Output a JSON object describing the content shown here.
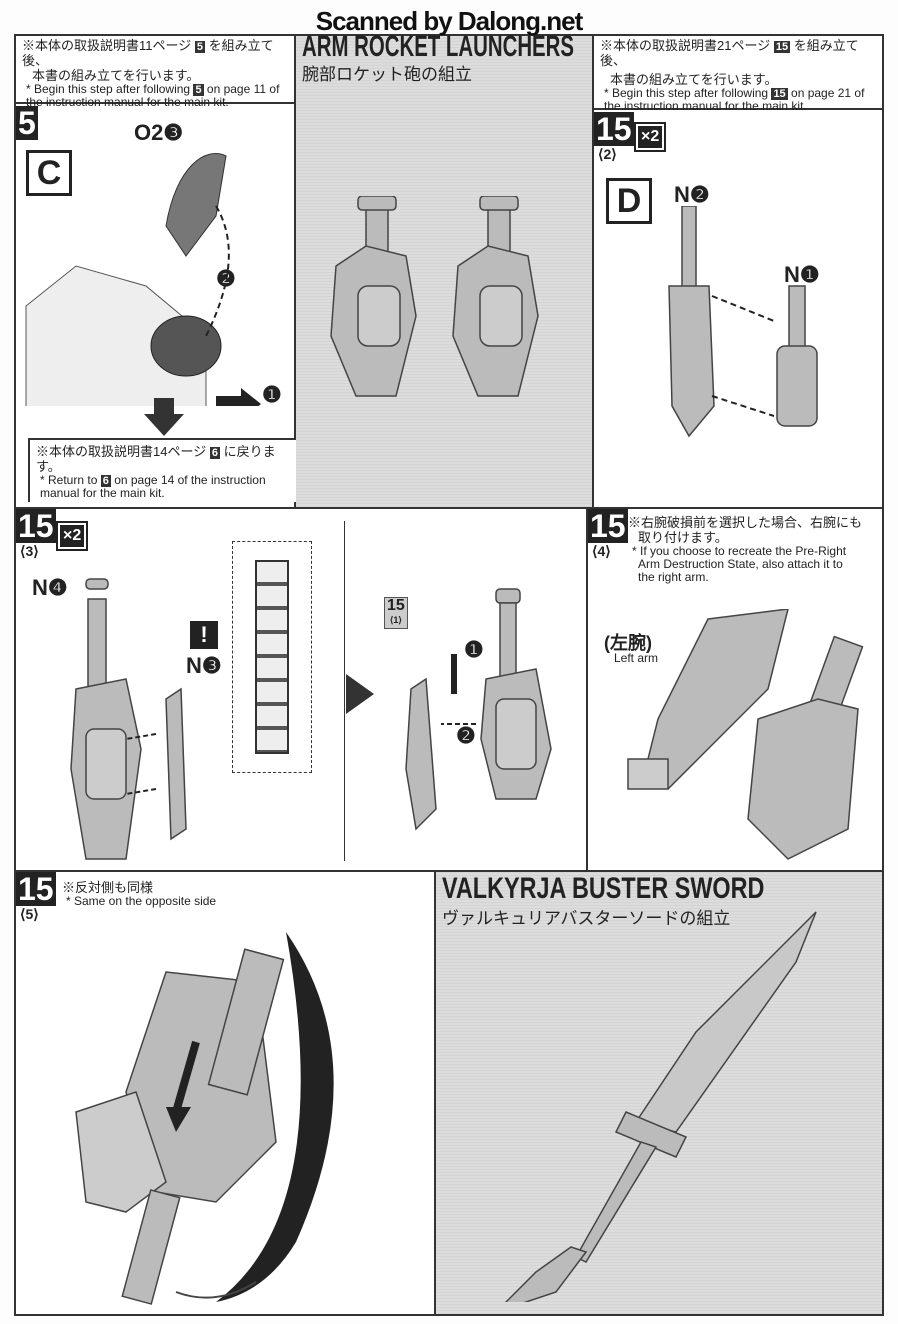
{
  "watermark": "Scanned by Dalong.net",
  "top_left_note": {
    "jp_1": "※本体の取扱説明書11ページ",
    "badge": "5",
    "jp_2": "を組み立て後、",
    "jp_3": "本書の組み立てを行います。",
    "en_1": "* Begin this step after following",
    "en_badge": "5",
    "en_2": "on page 11 of",
    "en_3": "the instruction manual for the main kit."
  },
  "arm_section": {
    "title": "ARM ROCKET LAUNCHERS",
    "subtitle": "腕部ロケット砲の組立"
  },
  "top_right_note": {
    "jp_1": "※本体の取扱説明書21ページ",
    "badge": "15",
    "jp_2": "を組み立て後、",
    "jp_3": "本書の組み立てを行います。",
    "en_1": "* Begin this step after following",
    "en_badge": "15",
    "en_2": "on page 21 of",
    "en_3": "the instruction manual for the main kit."
  },
  "step5": {
    "number": "5",
    "box_letter": "C",
    "part": "O2❸",
    "arrow2": "❷",
    "arrow1": "❶"
  },
  "return_note": {
    "jp_1": "※本体の取扱説明書14ページ",
    "badge": "6",
    "jp_2": "に戻ります。",
    "en_1": "* Return to",
    "en_badge": "6",
    "en_2": "on page 14 of the instruction",
    "en_3": "manual for the main kit."
  },
  "step15_2": {
    "number": "15",
    "sub": "⟨2⟩",
    "multiplier": "×2",
    "box_letter": "D",
    "part_a": "N❷",
    "part_b": "N❶"
  },
  "step15_3": {
    "number": "15",
    "sub": "⟨3⟩",
    "multiplier": "×2",
    "part_a": "N❹",
    "part_b": "N❸",
    "warning": "!",
    "ref_number": "15",
    "ref_sub": "⟨1⟩",
    "arrow1": "❶",
    "arrow2": "❷"
  },
  "step15_4": {
    "number": "15",
    "sub": "⟨4⟩",
    "jp_1": "※右腕破損前を選択した場合、右腕にも",
    "jp_2": "取り付けます。",
    "en_1": "* If you choose to recreate the Pre-Right",
    "en_2": "Arm Destruction State, also attach it to",
    "en_3": "the right arm.",
    "arm_jp": "(左腕)",
    "arm_en": "Left arm"
  },
  "step15_5": {
    "number": "15",
    "sub": "⟨5⟩",
    "jp": "※反対側も同様",
    "en": "* Same on the opposite side"
  },
  "sword_section": {
    "title": "VALKYRJA BUSTER SWORD",
    "subtitle": "ヴァルキュリアバスターソードの組立"
  }
}
